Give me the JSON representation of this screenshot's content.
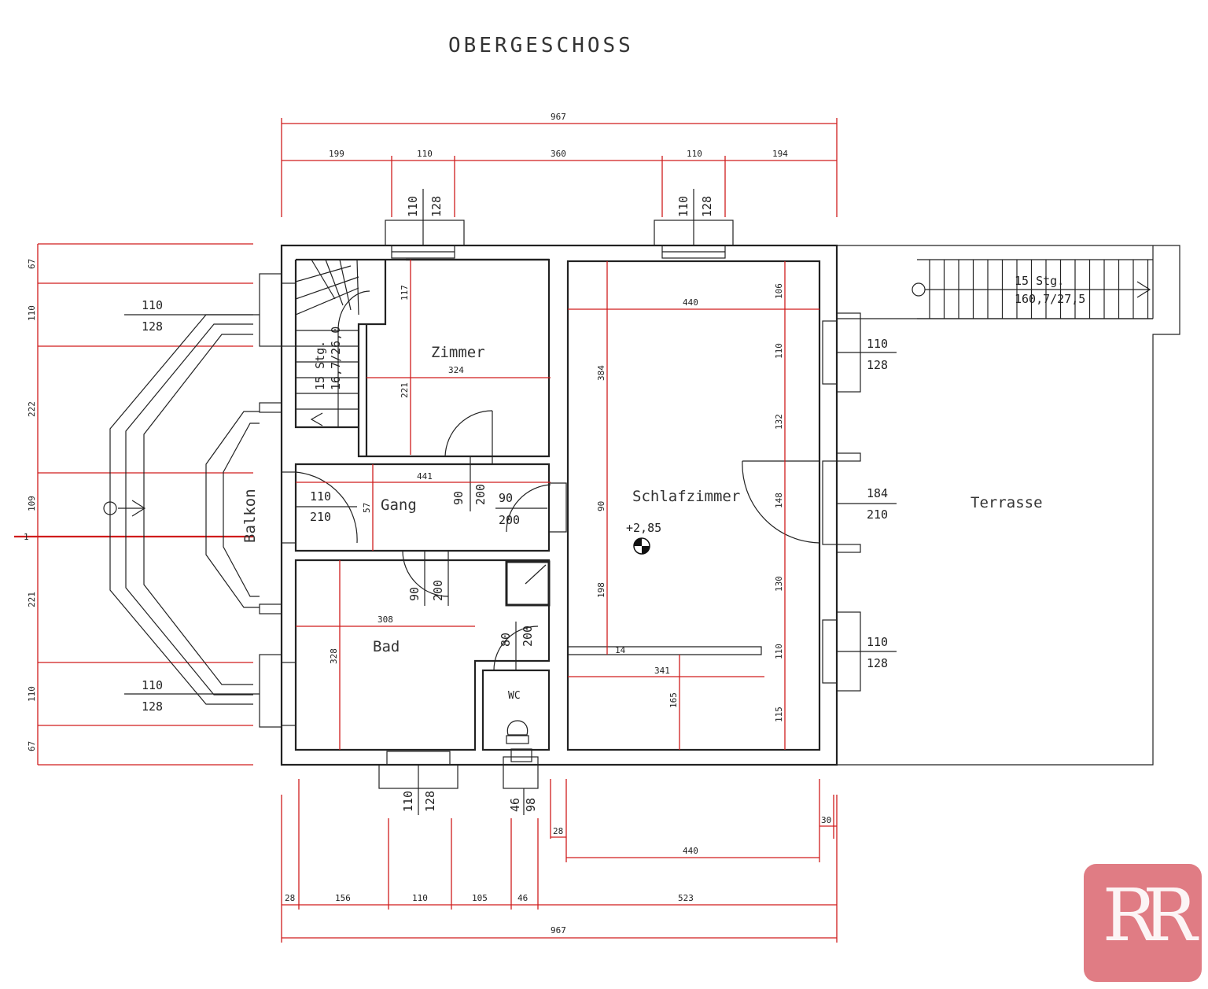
{
  "title": "OBERGESCHOSS",
  "rooms": {
    "zimmer": "Zimmer",
    "schlafzimmer": "Schlafzimmer",
    "gang": "Gang",
    "bad": "Bad",
    "wc": "WC",
    "balkon": "Balkon",
    "terrasse": "Terrasse"
  },
  "level": "+2,85",
  "stairs": {
    "inner_count": "15 Stg.",
    "inner_size": "16,7/26,0",
    "outer_count": "15 Stg.",
    "outer_size": "160,7/27,5"
  },
  "dims": {
    "top_total": "967",
    "top_1": "199",
    "top_2": "110",
    "top_3": "360",
    "top_4": "110",
    "top_5": "194",
    "bottom_total": "967",
    "bottom_1": "28",
    "bottom_2": "156",
    "bottom_3": "110",
    "bottom_4": "105",
    "bottom_5": "46",
    "bottom_6": "523",
    "bottom_440": "440",
    "bottom_28b": "28",
    "bottom_30": "30",
    "left_1": "67",
    "left_2": "110",
    "left_3": "222",
    "left_4": "109",
    "left_5": "1",
    "left_6": "221",
    "left_7": "110",
    "left_8": "67",
    "zimmer_w": "324",
    "zimmer_h1": "117",
    "zimmer_h2": "221",
    "schlaf_w": "440",
    "schlaf_h1": "384",
    "schlaf_90": "90",
    "schlaf_198": "198",
    "schlaf_r1": "106",
    "schlaf_r2": "110",
    "schlaf_r3": "132",
    "schlaf_r4": "148",
    "schlaf_r5": "130",
    "schlaf_r6": "110",
    "schlaf_r7": "115",
    "gang_w": "441",
    "gang_h": "57",
    "bad_w": "308",
    "bad_h": "328",
    "wc_area_w": "341",
    "wc_area_h": "165",
    "small_14": "14"
  },
  "openings": {
    "win_top_left_a": "110",
    "win_top_left_b": "128",
    "win_top_right_a": "110",
    "win_top_right_b": "128",
    "win_left_top_a": "110",
    "win_left_top_b": "128",
    "win_left_bot_a": "110",
    "win_left_bot_b": "128",
    "balkon_door_a": "110",
    "balkon_door_b": "210",
    "gang_door_a": "90",
    "gang_door_b": "200",
    "zimmer_door_a": "90",
    "zimmer_door_b": "200",
    "bad_door_a": "90",
    "bad_door_b": "200",
    "wc_door_a": "80",
    "wc_door_b": "200",
    "win_right_top_a": "110",
    "win_right_top_b": "128",
    "terr_door_a": "184",
    "terr_door_b": "210",
    "win_right_bot_a": "110",
    "win_right_bot_b": "128",
    "win_bot_bad_a": "110",
    "win_bot_bad_b": "128",
    "win_bot_wc_a": "46",
    "win_bot_wc_b": "98"
  },
  "logo": "RR"
}
